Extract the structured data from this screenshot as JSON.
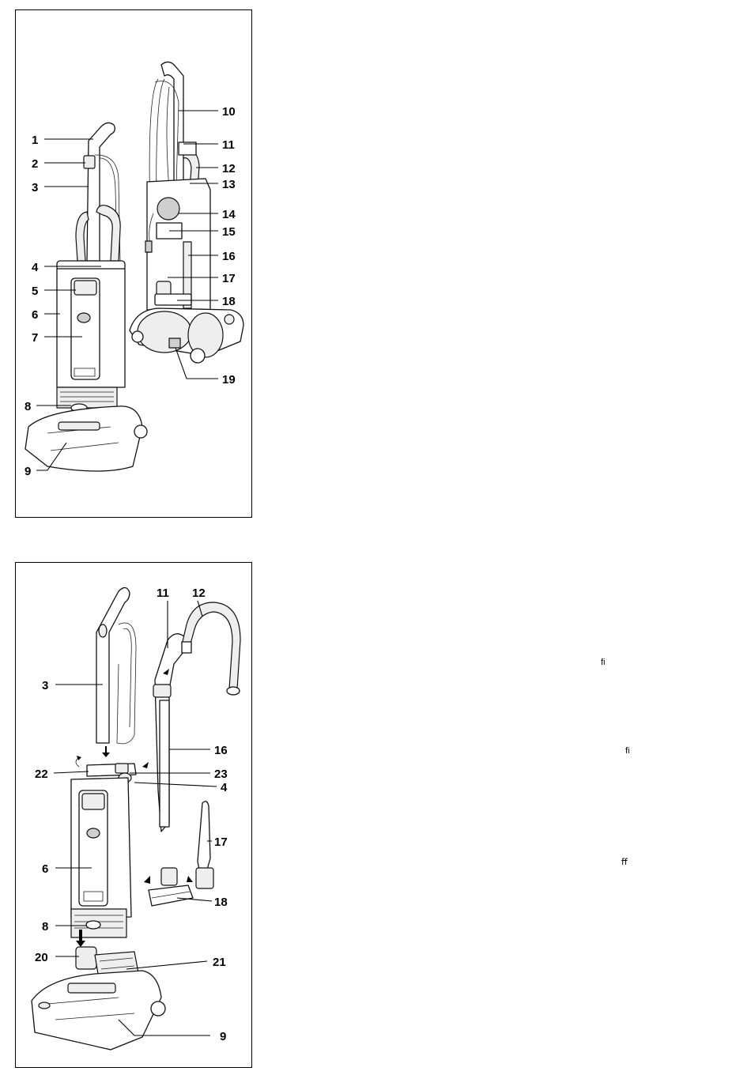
{
  "figure1": {
    "callouts": [
      "1",
      "2",
      "3",
      "4",
      "5",
      "6",
      "7",
      "8",
      "9",
      "10",
      "11",
      "12",
      "13",
      "14",
      "15",
      "16",
      "17",
      "18",
      "19"
    ]
  },
  "figure2": {
    "callouts": [
      "3",
      "11",
      "12",
      "16",
      "22",
      "23",
      "4",
      "6",
      "17",
      "18",
      "8",
      "20",
      "21",
      "9"
    ]
  },
  "stray_glyphs": [
    "ﬁ",
    "ﬁ",
    "ﬀ"
  ],
  "icons": [
    "vacuum-front-illustration",
    "vacuum-back-illustration",
    "vacuum-exploded-illustration",
    "rotate-arrow-icon",
    "down-arrow-icon"
  ]
}
